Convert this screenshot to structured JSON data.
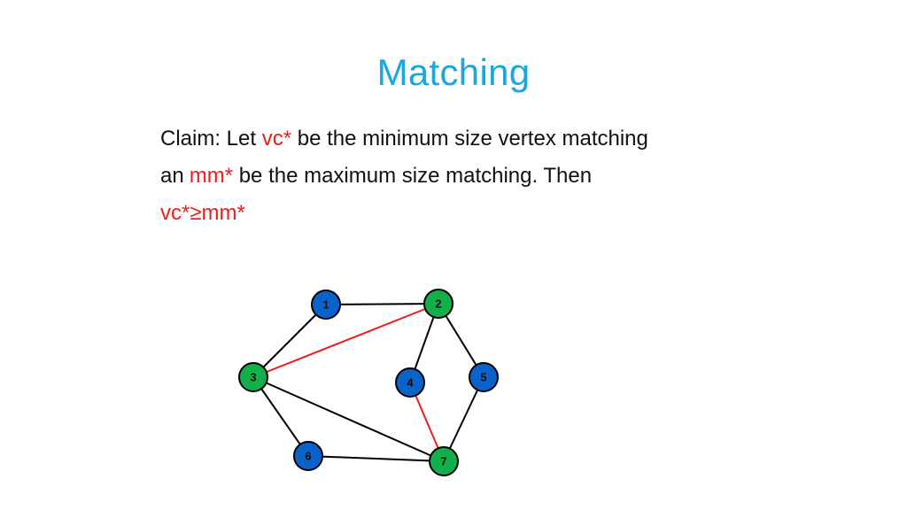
{
  "slide": {
    "title": "Matching",
    "claim": {
      "line1_prefix": "Claim: Let ",
      "line1_highlight": "vc*",
      "line1_suffix": " be the minimum size vertex matching",
      "line2_prefix": "an",
      "line2_highlight": "mm*",
      "line2_suffix": " be the maximum size matching. Then",
      "line3_highlight": "vc*≥mm*"
    }
  },
  "colors": {
    "title": "#1aa7e0",
    "highlight": "#ee1c1c",
    "node_blue": "#0a63c9",
    "node_green": "#12b04a",
    "edge_black": "#000000",
    "edge_red": "#ee1c1c"
  },
  "graph": {
    "nodes": [
      {
        "id": "1",
        "label": "1",
        "color": "blue"
      },
      {
        "id": "2",
        "label": "2",
        "color": "green"
      },
      {
        "id": "3",
        "label": "3",
        "color": "green"
      },
      {
        "id": "4",
        "label": "4",
        "color": "blue"
      },
      {
        "id": "5",
        "label": "5",
        "color": "blue"
      },
      {
        "id": "6",
        "label": "6",
        "color": "blue"
      },
      {
        "id": "7",
        "label": "7",
        "color": "green"
      }
    ],
    "edges": [
      {
        "from": "1",
        "to": "2",
        "matched": false
      },
      {
        "from": "1",
        "to": "3",
        "matched": false
      },
      {
        "from": "2",
        "to": "3",
        "matched": true
      },
      {
        "from": "2",
        "to": "4",
        "matched": false
      },
      {
        "from": "2",
        "to": "5",
        "matched": false
      },
      {
        "from": "3",
        "to": "6",
        "matched": false
      },
      {
        "from": "3",
        "to": "7",
        "matched": false
      },
      {
        "from": "4",
        "to": "7",
        "matched": true
      },
      {
        "from": "5",
        "to": "7",
        "matched": false
      },
      {
        "from": "6",
        "to": "7",
        "matched": false
      }
    ]
  }
}
